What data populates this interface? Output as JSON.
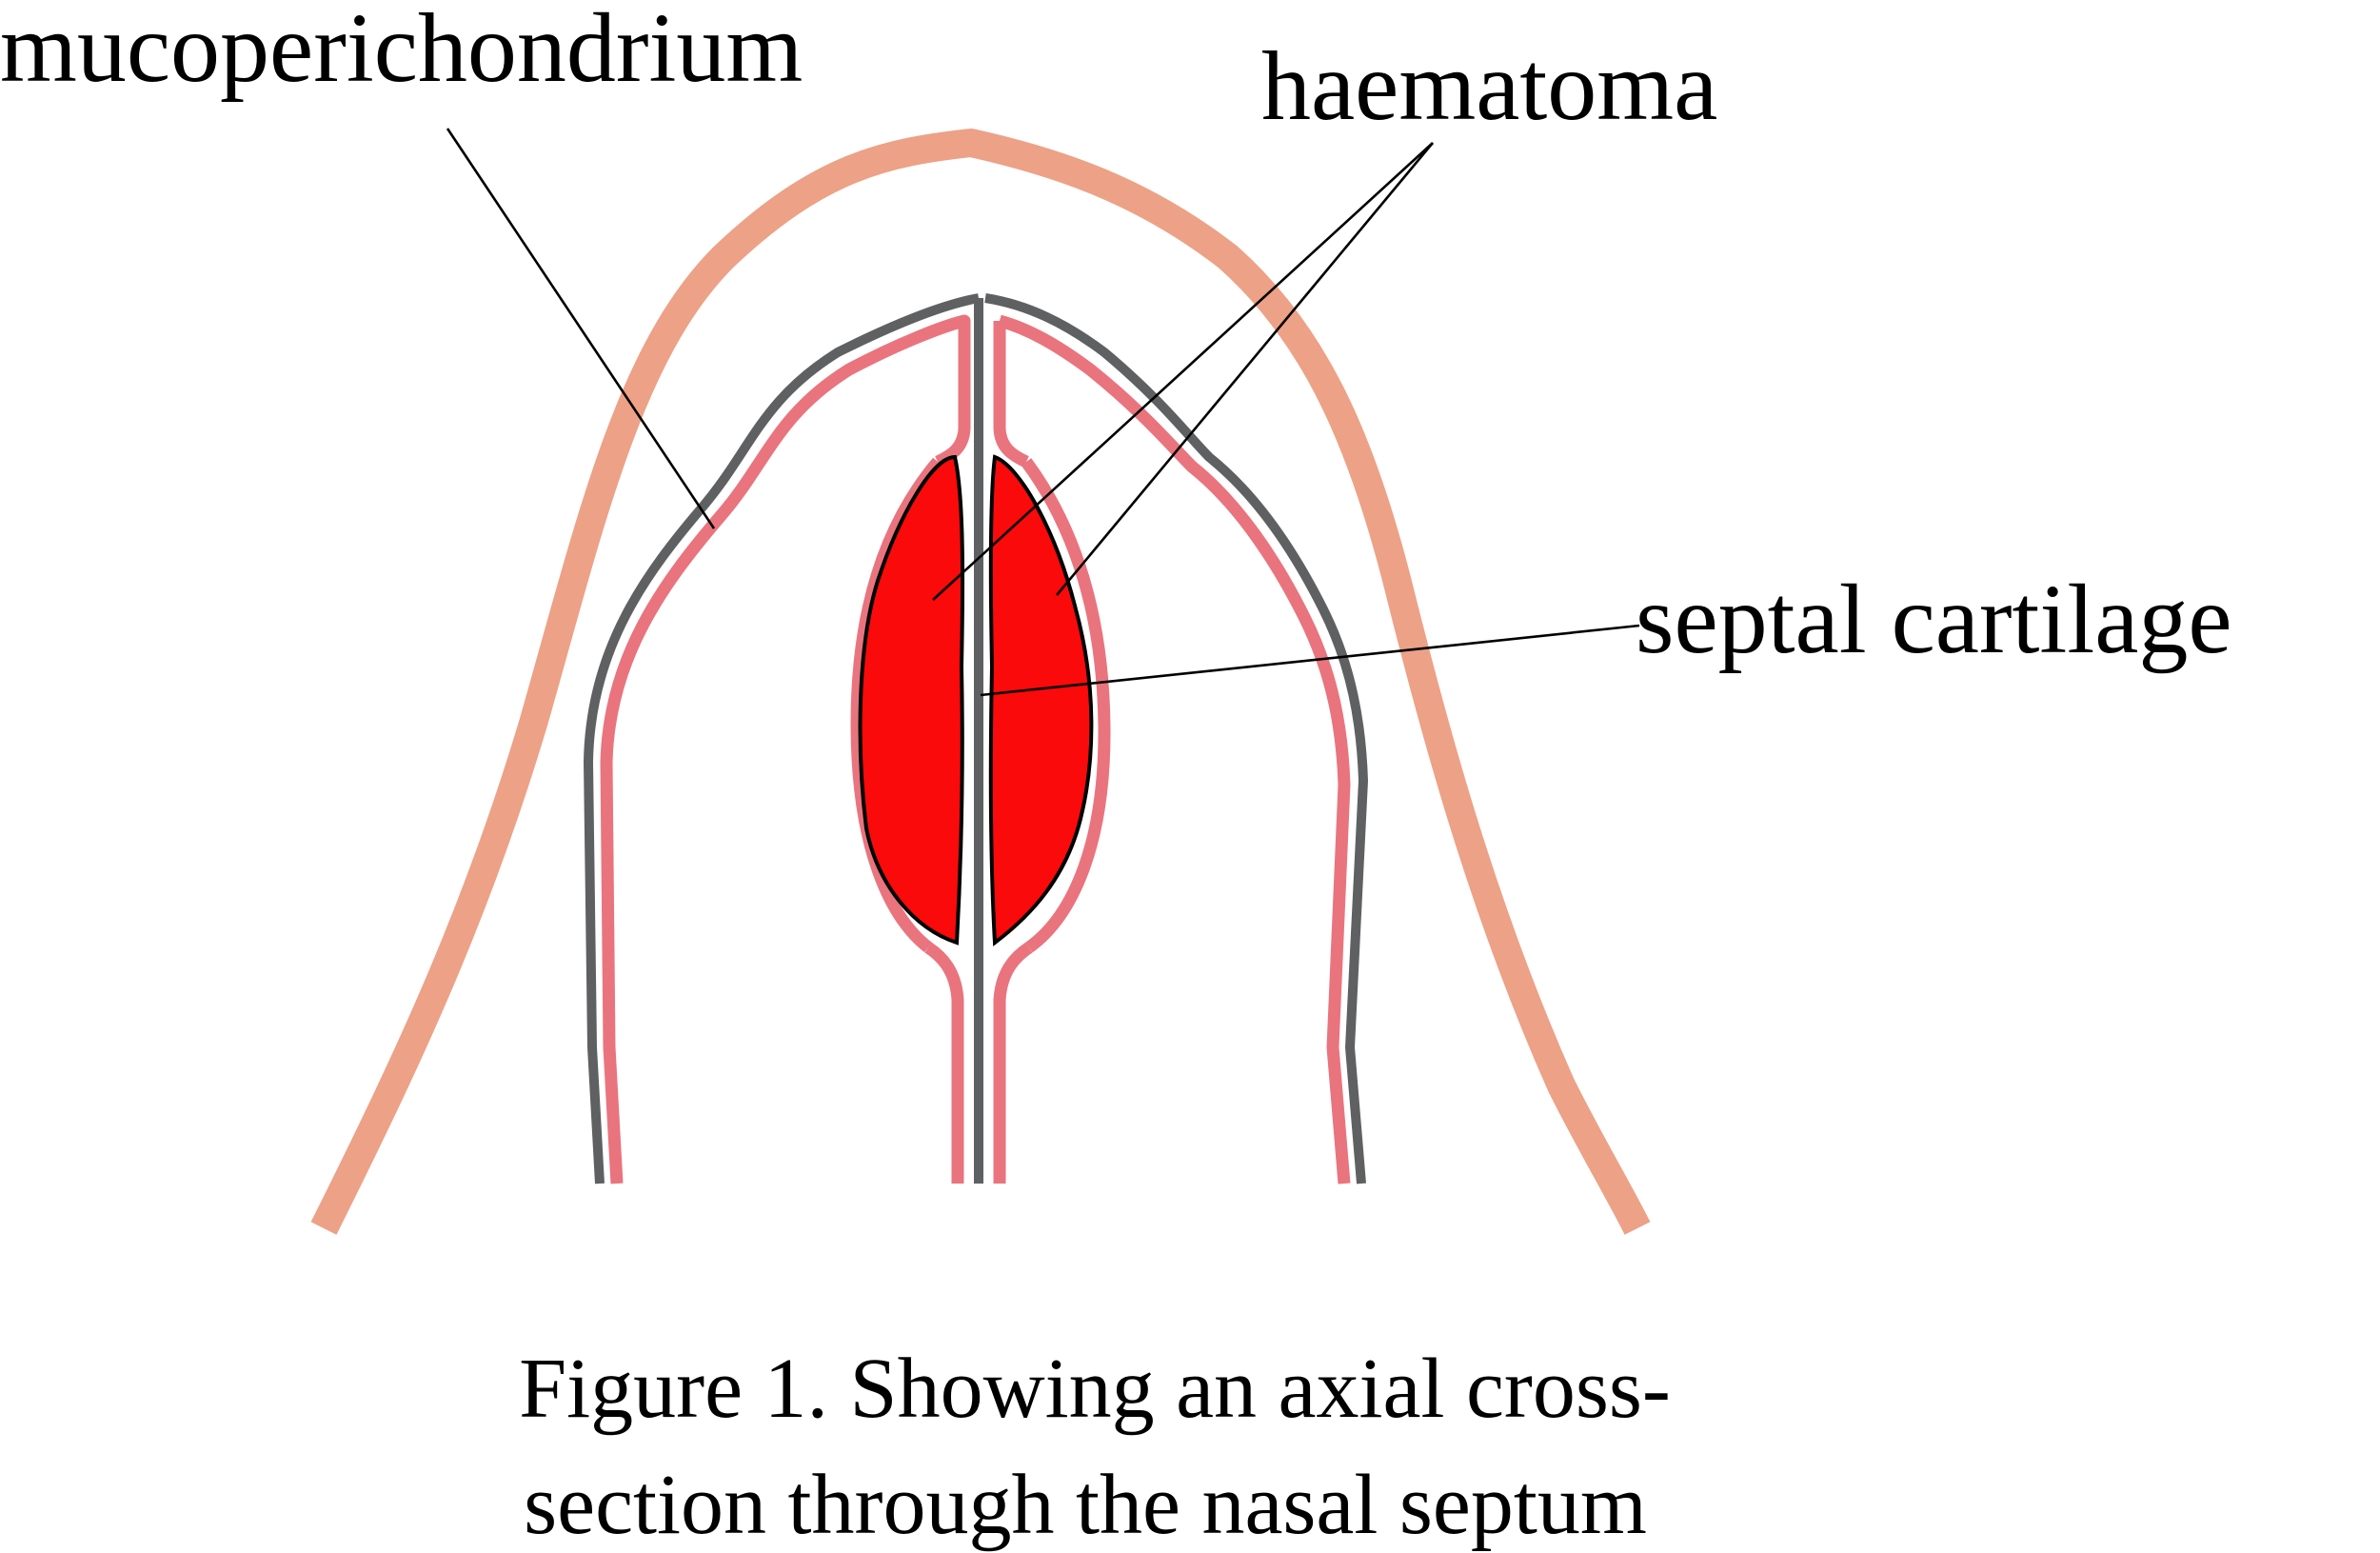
{
  "labels": {
    "mucoperichondrium": "mucoperichondrium",
    "haematoma": "haematoma",
    "septal_cartilage": "septal cartilage"
  },
  "caption": {
    "line1": "Figure 1. Showing an axial cross-",
    "line2": "section through the nasal septum"
  },
  "colors": {
    "skin": "#EDA186",
    "mucosa": "#E9747E",
    "cartilage": "#5F6062",
    "haematoma": "#FA0A0A"
  }
}
